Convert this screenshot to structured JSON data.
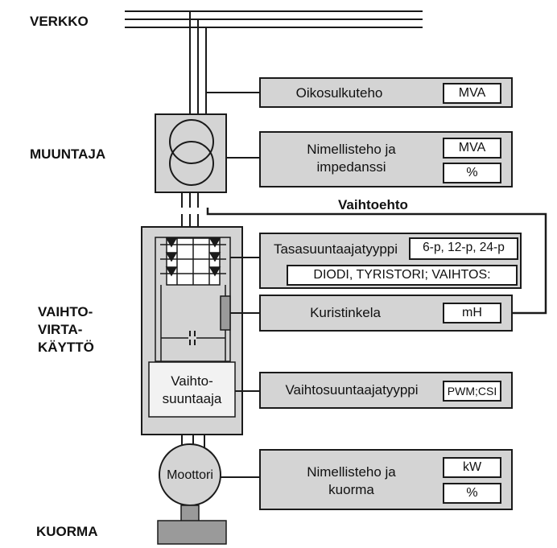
{
  "labels": {
    "grid": "VERKKO",
    "transformer": "MUUNTAJA",
    "drive": [
      "VAIHTO-",
      "VIRTA-",
      "KÄYTTÖ"
    ],
    "load": "KUORMA"
  },
  "panels": {
    "short_circuit": {
      "title": "Oikosulkuteho",
      "unit": "MVA"
    },
    "transformer_rating": {
      "title_line1": "Nimellisteho ja",
      "title_line2": "impedanssi",
      "unit1": "MVA",
      "unit2": "%"
    },
    "rectifier": {
      "title": "Tasasuuntaajatyyppi",
      "options": "6-p, 12-p, 24-p",
      "types": "DIODI, TYRISTORI; VAIHTOS:"
    },
    "reactor": {
      "title": "Kuristinkela",
      "unit": "mH"
    },
    "inverter_type": {
      "title": "Vaihtosuuntaajatyyppi",
      "options": "PWM;CSI"
    },
    "motor_rating": {
      "title_line1": "Nimellisteho ja",
      "title_line2": "kuorma",
      "unit1": "kW",
      "unit2": "%"
    }
  },
  "alternative_label": "Vaihtoehto",
  "inverter_block": [
    "Vaihto-",
    "suuntaaja"
  ],
  "motor_label": "Moottori",
  "colors": {
    "panel_fill": "#d4d4d4",
    "line": "#1a1a1a",
    "box_fill": "#ffffff"
  }
}
